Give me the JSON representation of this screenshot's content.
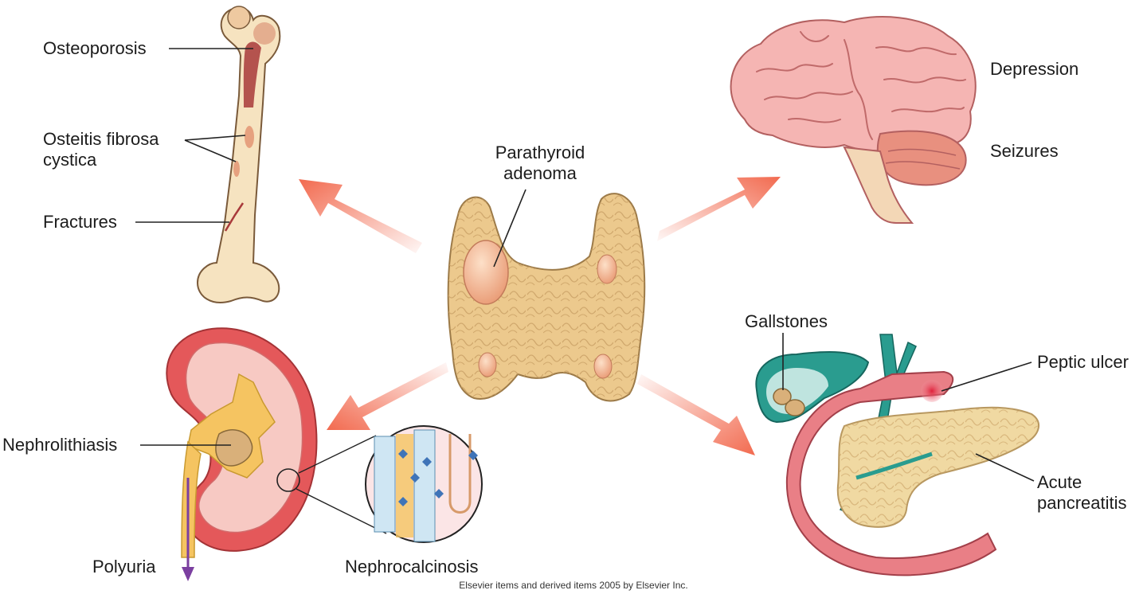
{
  "center": {
    "label_line1": "Parathyroid",
    "label_line2": "adenoma"
  },
  "bone": {
    "labels": {
      "osteoporosis": "Osteoporosis",
      "osteitis_line1": "Osteitis fibrosa",
      "osteitis_line2": "cystica",
      "fractures": "Fractures"
    }
  },
  "brain": {
    "labels": {
      "depression": "Depression",
      "seizures": "Seizures"
    }
  },
  "kidney": {
    "labels": {
      "nephrolithiasis": "Nephrolithiasis",
      "polyuria": "Polyuria",
      "nephrocalcinosis": "Nephrocalcinosis"
    }
  },
  "gi": {
    "labels": {
      "gallstones": "Gallstones",
      "peptic_ulcer": "Peptic ulcer",
      "pancreatitis_line1": "Acute",
      "pancreatitis_line2": "pancreatitis"
    }
  },
  "credit": "Elsevier items and derived items 2005 by Elsevier Inc.",
  "colors": {
    "arrow": "#f26a4f",
    "bone": "#f6e3c0",
    "marrow": "#a8393a",
    "thyroid": "#ecc98d",
    "adenoma": "#f4b48e",
    "brain": "#f5b5b3",
    "cerebellum": "#e8907f",
    "kidney": "#e4585a",
    "gallbladder": "#2a9c8f",
    "stomach": "#e97f86",
    "pancreas": "#f0d9a2",
    "ulcer": "#e0203a"
  },
  "icons": [
    "bone-illustration",
    "brain-illustration",
    "thyroid-illustration",
    "kidney-illustration",
    "digestive-illustration"
  ]
}
